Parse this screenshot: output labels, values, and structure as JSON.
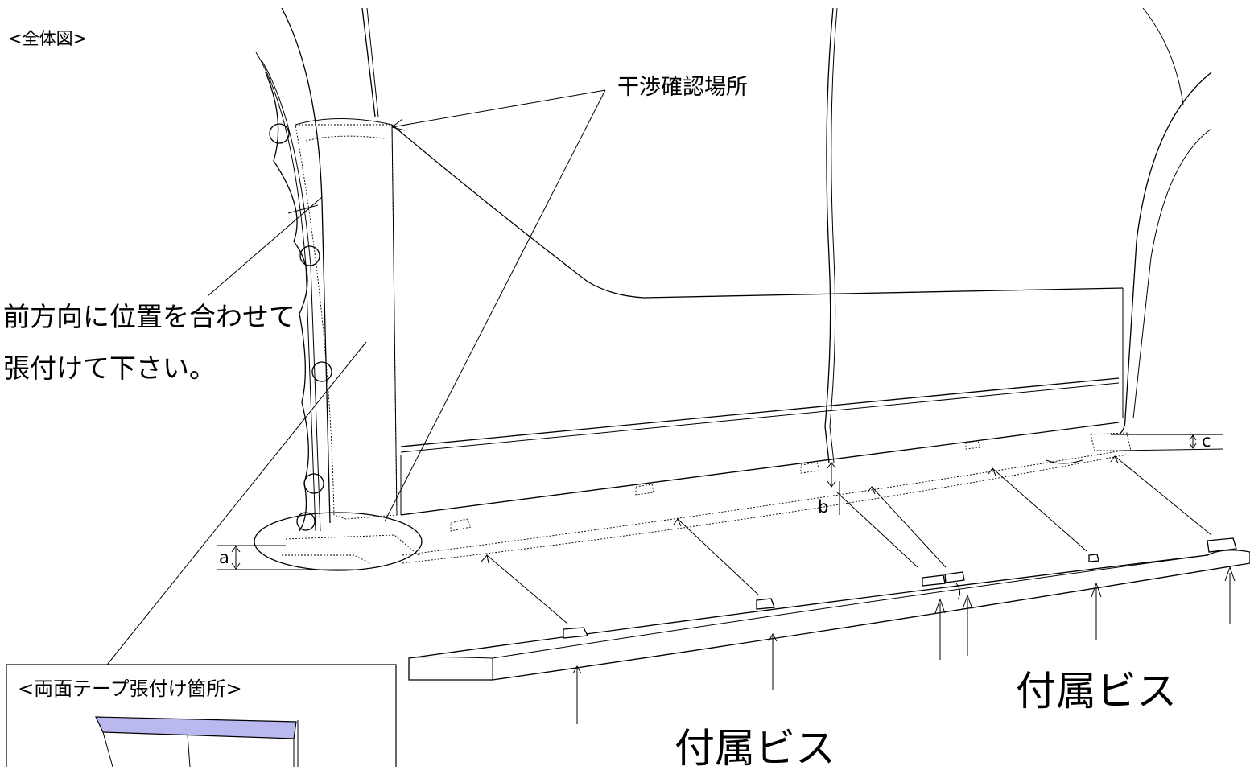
{
  "title": "<全体図>",
  "callouts": {
    "interference": "干渉確認場所",
    "front_align_line1": "前方向に位置を合わせて",
    "front_align_line2": "張付けて下さい。",
    "screws_right": "付属ビス",
    "screws_center": "付属ビス"
  },
  "dimensions": {
    "a": "a",
    "b": "b",
    "c": "c"
  },
  "inset": {
    "title": "<両面テープ張付け箇所>",
    "tape_color": "#b9b9f0"
  },
  "colors": {
    "line": "#000000",
    "background": "#ffffff"
  }
}
